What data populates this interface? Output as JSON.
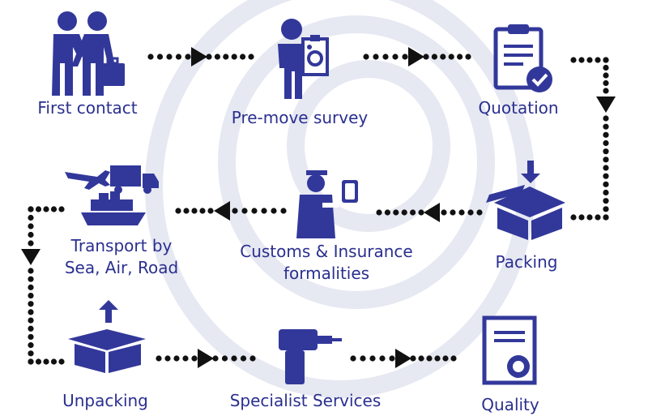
{
  "colors": {
    "primary": "#32389a",
    "dot": "#111111",
    "label": "#2a2f8f",
    "watermark": "#e6e8f2"
  },
  "steps": [
    {
      "name": "first-contact",
      "label": "First contact",
      "icon": "handshake-icon"
    },
    {
      "name": "pre-move-survey",
      "label": "Pre-move survey",
      "icon": "surveyor-icon"
    },
    {
      "name": "quotation",
      "label": "Quotation",
      "icon": "clipboard-check-icon"
    },
    {
      "name": "packing",
      "label": "Packing",
      "icon": "box-packing-icon"
    },
    {
      "name": "customs",
      "label_line1": "Customs & Insurance",
      "label_line2": "formalities",
      "icon": "customs-officer-icon"
    },
    {
      "name": "transport",
      "label_line1": "Transport by",
      "label_line2": "Sea, Air, Road",
      "icon": "transport-icon"
    },
    {
      "name": "unpacking",
      "label": "Unpacking",
      "icon": "box-unpacking-icon"
    },
    {
      "name": "specialist-services",
      "label": "Specialist Services",
      "icon": "drill-icon"
    },
    {
      "name": "quality-certificate",
      "label": "Quality",
      "icon": "certificate-icon"
    }
  ]
}
